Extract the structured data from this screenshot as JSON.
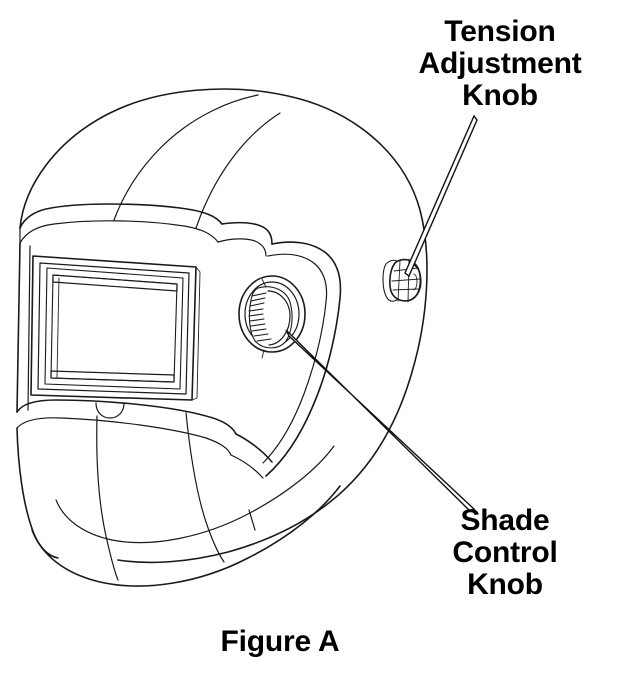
{
  "figure": {
    "caption": "Figure A",
    "subject": "welding-helmet",
    "style": "line-drawing",
    "background_color": "#ffffff",
    "ink_color": "#1a1a1a",
    "text_color": "#000000"
  },
  "labels": {
    "tension_knob": "Tension\nAdjustment\nKnob",
    "shade_knob": "Shade\nControl\nKnob"
  },
  "callouts": [
    {
      "name": "tension-adjustment-knob",
      "label": "Tension Adjustment Knob",
      "leader_from": [
        473,
        118
      ],
      "leader_to": [
        408,
        272
      ],
      "target": [
        401,
        281
      ]
    },
    {
      "name": "shade-control-knob",
      "label": "Shade Control Knob",
      "leader_from": [
        287,
        333
      ],
      "leader_to": [
        472,
        506
      ],
      "target": [
        272,
        315
      ]
    }
  ],
  "parts": {
    "shell": "helmet-shell",
    "lens_window": "auto-darkening-lens-window",
    "shade_knob": "shade-control-knob",
    "tension_knob": "tension-adjustment-knob",
    "chin_guard": "chin-guard"
  }
}
